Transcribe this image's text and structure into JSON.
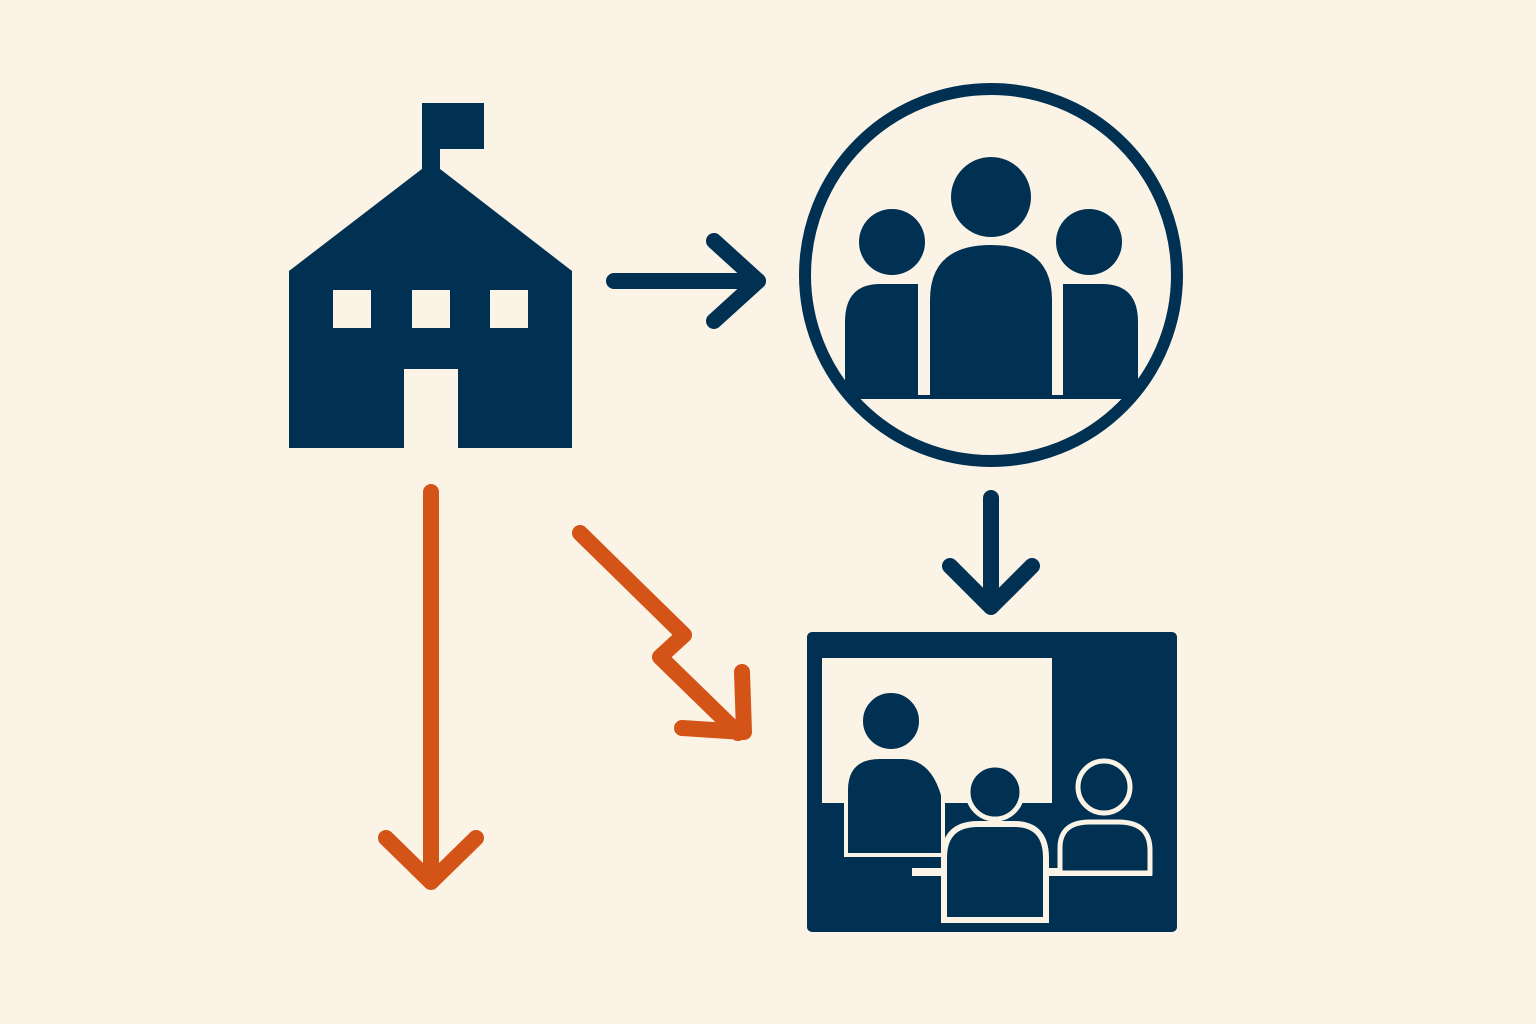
{
  "colors": {
    "background": "#faf3e6",
    "primary": "#003152",
    "accent": "#d45418"
  },
  "nodes": [
    {
      "id": "school",
      "icon": "schoolhouse-icon"
    },
    {
      "id": "community",
      "icon": "people-group-circle-icon"
    },
    {
      "id": "classroom",
      "icon": "classroom-screen-icon"
    }
  ],
  "edges": [
    {
      "from": "school",
      "to": "community",
      "color": "primary",
      "style": "straight"
    },
    {
      "from": "community",
      "to": "classroom",
      "color": "primary",
      "style": "straight"
    },
    {
      "from": "school",
      "to": "classroom",
      "color": "accent",
      "style": "zigzag"
    },
    {
      "from": "school",
      "to": null,
      "color": "accent",
      "style": "straight"
    }
  ]
}
